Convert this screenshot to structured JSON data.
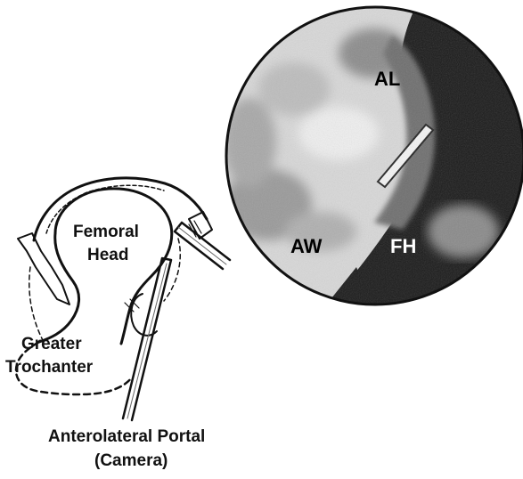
{
  "labels": {
    "femoral_head_line1": "Femoral",
    "femoral_head_line2": "Head",
    "greater_trochanter_line1": "Greater",
    "greater_trochanter_line2": "Trochanter",
    "portal_line1": "Anterolateral Portal",
    "portal_line2": "(Camera)"
  },
  "inset_labels": {
    "top": "AL",
    "left": "AW",
    "right": "FH"
  },
  "colors": {
    "ink": "#111111",
    "inset_dark": "#1a1a1a",
    "inset_mid": "#7a7a7a",
    "inset_light": "#d8d8d8",
    "background": "#ffffff"
  }
}
